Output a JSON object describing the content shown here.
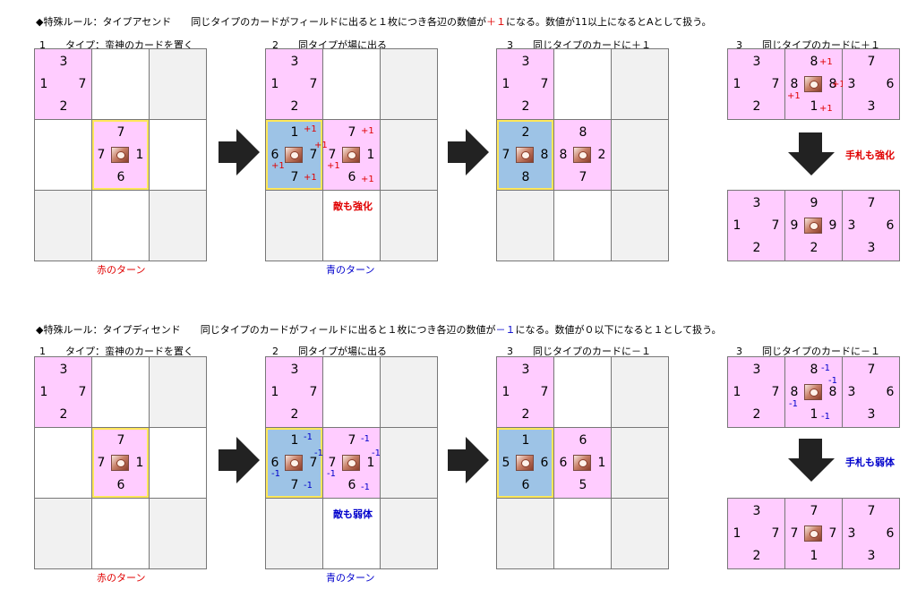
{
  "ascend": {
    "rule_prefix": "◆特殊ルール：タイプアセンド　　同じタイプのカードがフィールドに出ると１枚につき各辺の数値が",
    "rule_value": "＋１",
    "rule_suffix": "になる。数値が11以上になるとAとして扱う。",
    "cap1": "1　　タイプ：蛮神のカードを置く",
    "cap2": "2　　同タイプが場に出る",
    "cap3": "3　　同じタイプのカードに＋１",
    "cap4": "3　　同じタイプのカードに＋１",
    "turn_red": "赤のターン",
    "turn_blue": "青のターン",
    "enemy_note": "敵も強化",
    "hand_note": "手札も強化",
    "delta": "+1"
  },
  "descend": {
    "rule_prefix": "◆特殊ルール：タイプディセンド　　同じタイプのカードがフィールドに出ると１枚につき各辺の数値が",
    "rule_value": "－１",
    "rule_suffix": "になる。数値が０以下になると１として扱う。",
    "cap1": "1　　タイプ：蛮神のカードを置く",
    "cap2": "2　　同タイプが場に出る",
    "cap3": "3　　同じタイプのカードに－１",
    "cap4": "3　　同じタイプのカードに－１",
    "turn_red": "赤のターン",
    "turn_blue": "青のターン",
    "enemy_note": "敵も弱体",
    "hand_note": "手札も弱体",
    "delta": "-1"
  },
  "cards": {
    "a_tl": {
      "t": "3",
      "l": "1",
      "r": "7",
      "b": "2"
    },
    "a_p1": {
      "t": "7",
      "l": "7",
      "r": "1",
      "b": "6"
    },
    "a_p2_blue": {
      "t": "1",
      "l": "6",
      "r": "7",
      "b": "7"
    },
    "a_p2_pink": {
      "t": "7",
      "l": "7",
      "r": "1",
      "b": "6"
    },
    "a_p3_blue": {
      "t": "2",
      "l": "7",
      "r": "8",
      "b": "8"
    },
    "a_p3_pink": {
      "t": "8",
      "l": "8",
      "r": "2",
      "b": "7"
    },
    "a_r1_left": {
      "t": "3",
      "l": "1",
      "r": "7",
      "b": "2"
    },
    "a_r1_mid": {
      "t": "8",
      "l": "8",
      "r": "8",
      "b": "1"
    },
    "a_r1_right": {
      "t": "7",
      "l": "3",
      "r": "6",
      "b": "3"
    },
    "a_r2_left": {
      "t": "3",
      "l": "1",
      "r": "7",
      "b": "2"
    },
    "a_r2_mid": {
      "t": "9",
      "l": "9",
      "r": "9",
      "b": "2"
    },
    "a_r2_right": {
      "t": "7",
      "l": "3",
      "r": "6",
      "b": "3"
    },
    "d_p2_blue": {
      "t": "1",
      "l": "6",
      "r": "7",
      "b": "7"
    },
    "d_p2_pink": {
      "t": "7",
      "l": "7",
      "r": "1",
      "b": "6"
    },
    "d_p3_blue": {
      "t": "1",
      "l": "5",
      "r": "6",
      "b": "6"
    },
    "d_p3_pink": {
      "t": "6",
      "l": "6",
      "r": "1",
      "b": "5"
    },
    "d_r1_mid": {
      "t": "8",
      "l": "8",
      "r": "8",
      "b": "1"
    },
    "d_r2_mid": {
      "t": "7",
      "l": "7",
      "r": "7",
      "b": "1"
    }
  },
  "colors": {
    "pink": "#ffccff",
    "blue": "#9dc3e6",
    "gray": "#f1f1f1",
    "highlight": "#ffe75a",
    "plus": "#e00000",
    "minus": "#0000cc"
  },
  "icons": {
    "card_art": "barbarian-primal-portrait"
  }
}
